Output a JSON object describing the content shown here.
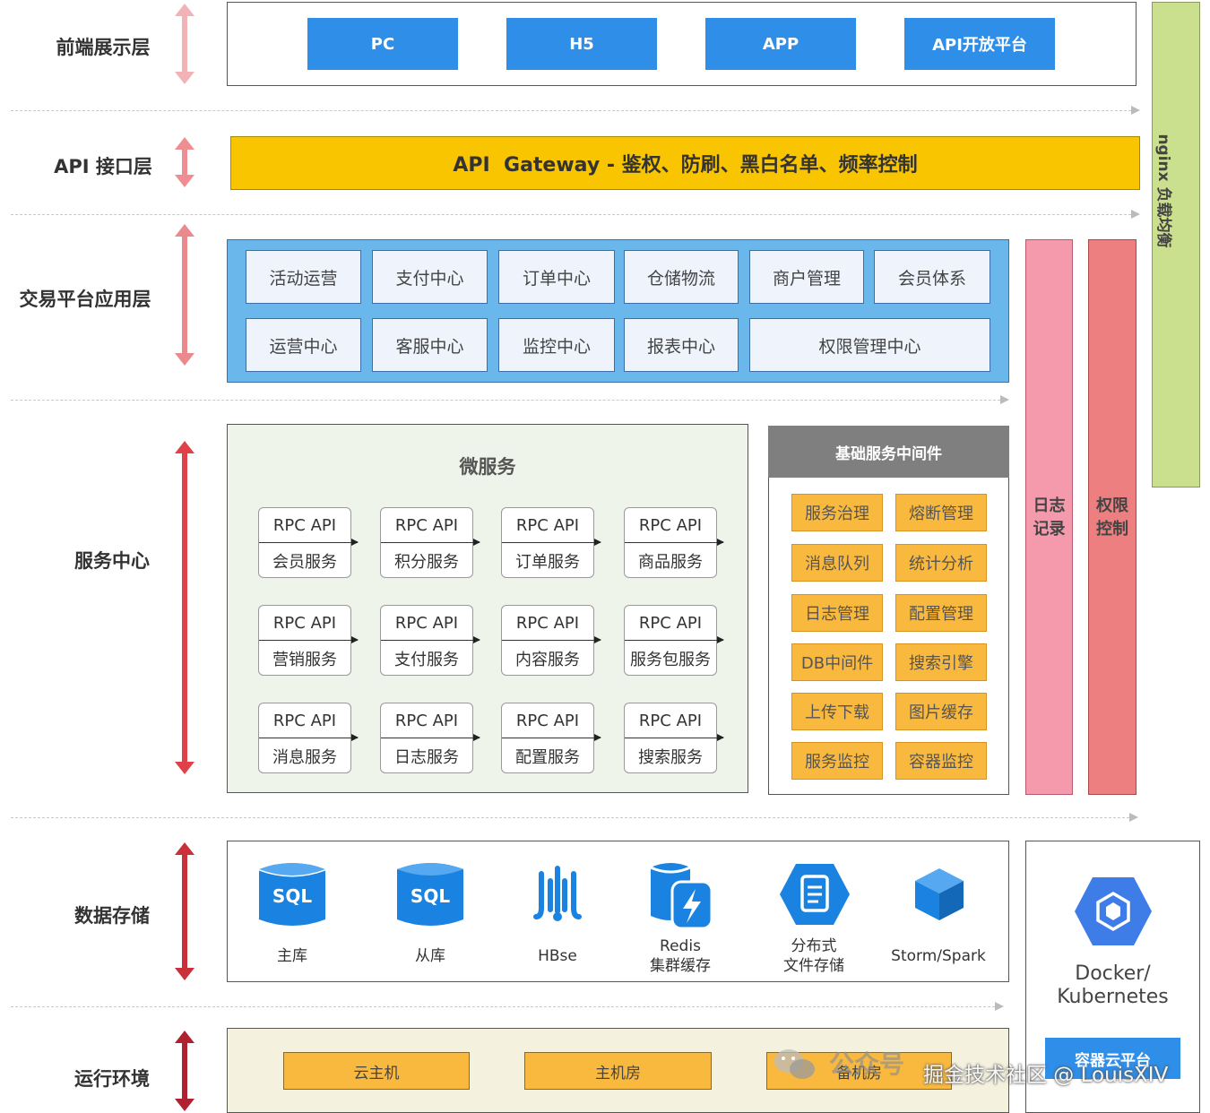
{
  "layers": {
    "frontend": "前端展示层",
    "api": "API 接口层",
    "app": "交易平台应用层",
    "service": "服务中心",
    "storage": "数据存储",
    "runtime": "运行环境"
  },
  "frontend_items": [
    "PC",
    "H5",
    "APP",
    "API开放平台"
  ],
  "gateway": "API  Gateway - 鉴权、防刷、黑白名单、频率控制",
  "app_row1": [
    "活动运营",
    "支付中心",
    "订单中心",
    "仓储物流",
    "商户管理",
    "会员体系"
  ],
  "app_row2": [
    "运营中心",
    "客服中心",
    "监控中心",
    "报表中心",
    "权限管理中心"
  ],
  "microservice": {
    "title": "微服务",
    "rpc_label": "RPC API",
    "services": [
      "会员服务",
      "积分服务",
      "订单服务",
      "商品服务",
      "营销服务",
      "支付服务",
      "内容服务",
      "服务包服务",
      "消息服务",
      "日志服务",
      "配置服务",
      "搜索服务"
    ]
  },
  "middleware": {
    "title": "基础服务中间件",
    "items": [
      "服务治理",
      "熔断管理",
      "消息队列",
      "统计分析",
      "日志管理",
      "配置管理",
      "DB中间件",
      "搜索引擎",
      "上传下载",
      "图片缓存",
      "服务监控",
      "容器监控"
    ]
  },
  "side": {
    "log_line1": "日志",
    "log_line2": "记录",
    "perm_line1": "权限",
    "perm_line2": "控制",
    "nginx": "nginx 负载均衡"
  },
  "storage_items": {
    "master": "主库",
    "slave": "从库",
    "hbase": "HBse",
    "redis_line1": "Redis",
    "redis_line2": "集群缓存",
    "dfs_line1": "分布式",
    "dfs_line2": "文件存储",
    "storm": "Storm/Spark",
    "sql_text": "SQL"
  },
  "docker": {
    "line1": "Docker/",
    "line2": "Kubernetes",
    "platform": "容器云平台"
  },
  "runtime_items": [
    "云主机",
    "主机房",
    "备机房"
  ],
  "watermark": {
    "wechat": "公众号",
    "juejin": "掘金技术社区 @ LouisXIV"
  },
  "colors": {
    "blue_btn": "#2e8ee8",
    "gateway": "#f9c400",
    "app_bg": "#6ab7ec",
    "micro_bg": "#eef4ea",
    "mw_header": "#7f7f7f",
    "tile_orange": "#f9b93f",
    "log_pink": "#f49aac",
    "perm_red": "#ee7f80",
    "nginx_green": "#cbe08e",
    "runtime_bg": "#f5f1df"
  },
  "icons": {
    "master": "sql-database-icon",
    "slave": "sql-database-icon",
    "hbase": "hbase-icon",
    "redis": "redis-cache-icon",
    "dfs": "file-storage-icon",
    "storm": "cube-icon",
    "docker": "container-hexagon-icon"
  }
}
